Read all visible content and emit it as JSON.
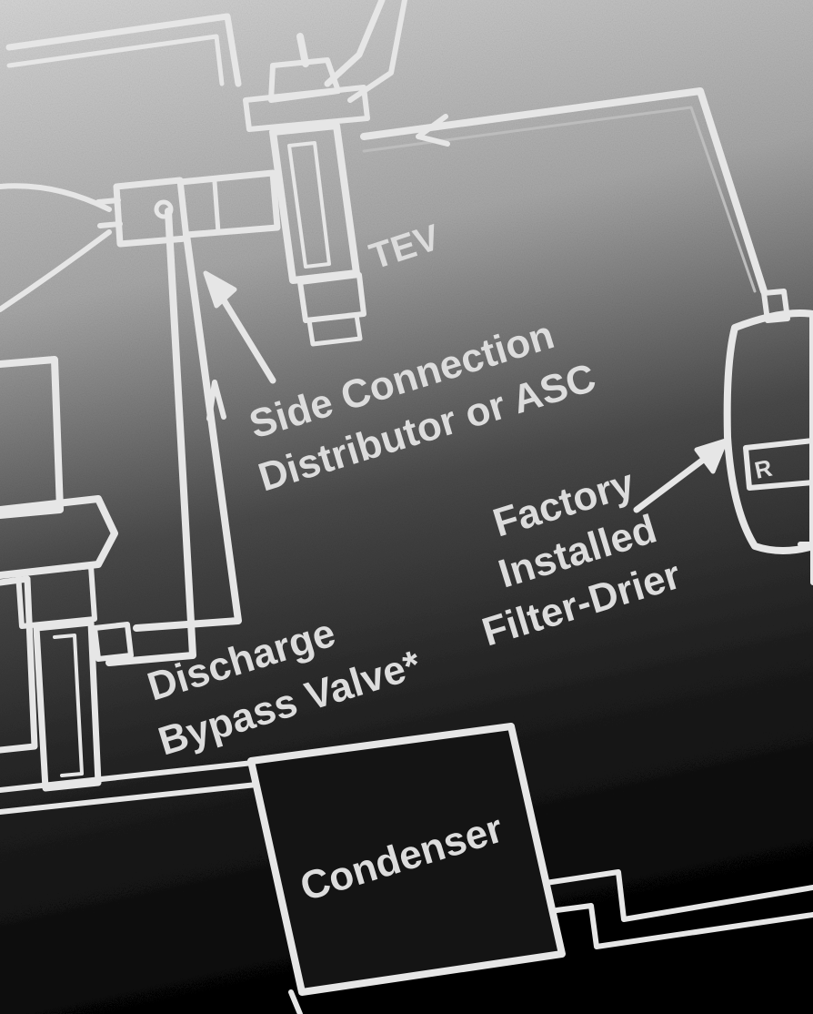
{
  "diagram": {
    "labels": {
      "tev": "TEV",
      "side_connection_line1": "Side Connection",
      "side_connection_line2": "Distributor or ASC",
      "filter_drier_line1": "Factory",
      "filter_drier_line2": "Installed",
      "filter_drier_line3": "Filter-Drier",
      "bypass_line1": "Discharge",
      "bypass_line2": "Bypass Valve*",
      "condenser": "Condenser",
      "drier_badge": "R"
    },
    "colors": {
      "background_top": "#d2d2d2",
      "background_mid": "#7a7a7a",
      "background_bottom": "#101010",
      "line": "#e4e4e4",
      "fill": "#1a1a1a",
      "text": "#dcdcdc"
    }
  }
}
